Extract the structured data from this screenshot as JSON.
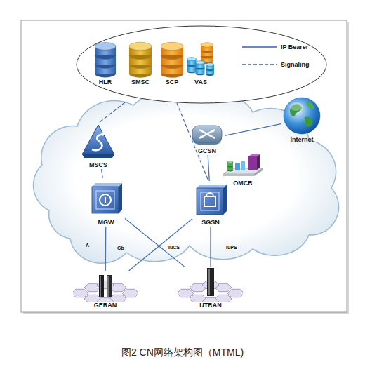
{
  "diagram": {
    "caption": "图2 CN网络架构图（MTML)",
    "nodes": [
      {
        "text": [
          "HLR"
        ]
      },
      {
        "text": [
          "SMSC"
        ]
      },
      {
        "text": [
          "SCP"
        ]
      },
      {
        "text": [
          "VAS"
        ]
      },
      {
        "text": [
          "MSCS"
        ]
      },
      {
        "text": [
          "GCSN"
        ]
      },
      {
        "text": [
          "Internet"
        ]
      },
      {
        "text": [
          "OMCR"
        ]
      },
      {
        "text": [
          "MGW"
        ]
      },
      {
        "text": [
          "SGSN"
        ]
      },
      {
        "text": [
          "GERAN"
        ]
      },
      {
        "text": [
          "UTRAN"
        ]
      }
    ],
    "edges": [
      {
        "from": 4,
        "to": 8,
        "arrow": "none"
      },
      {
        "from": 5,
        "to": 6,
        "arrow": "none"
      },
      {
        "from": 5,
        "to": 9,
        "arrow": "none"
      },
      {
        "from": 8,
        "to": 10,
        "label": "A",
        "arrow": "none"
      },
      {
        "from": 9,
        "to": 10,
        "label": "Gb",
        "arrow": "none"
      },
      {
        "from": 8,
        "to": 11,
        "label": "IuCS",
        "arrow": "none"
      },
      {
        "from": 9,
        "to": 11,
        "label": "IuPS",
        "arrow": "none"
      }
    ],
    "legend": [
      {
        "text": "IP Bearer"
      },
      {
        "text": "Signaling"
      }
    ]
  }
}
